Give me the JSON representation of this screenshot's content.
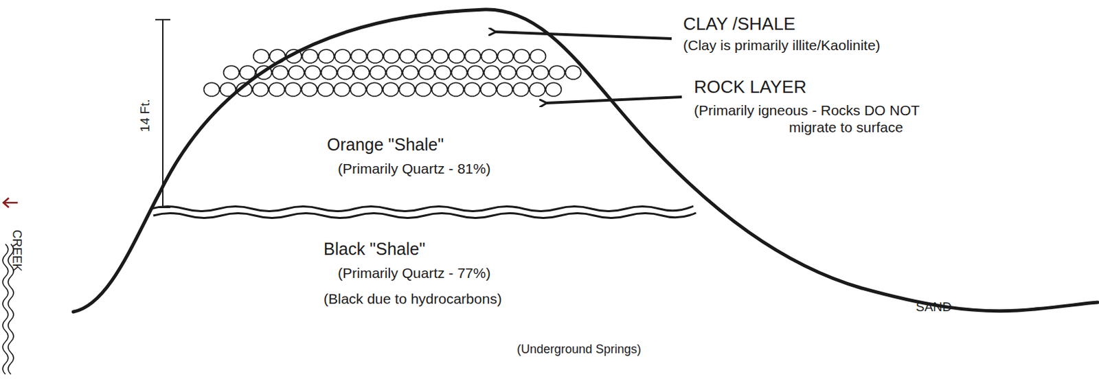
{
  "diagram": {
    "labels": [
      "CLAY /SHALE",
      "(Clay is primarily illite/Kaolinite)",
      "ROCK LAYER",
      "(Primarily igneous - Rocks DO NOT migrate to surface",
      "Orange \"Shale\"",
      "(Primarily Quartz - 81%)",
      "Black \"Shale\"",
      "(Primarily Quartz - 77%)",
      "(Black due to hydrocarbons)",
      "(Underground Springs)",
      "SAND",
      "CREEK",
      "14 Ft."
    ]
  }
}
